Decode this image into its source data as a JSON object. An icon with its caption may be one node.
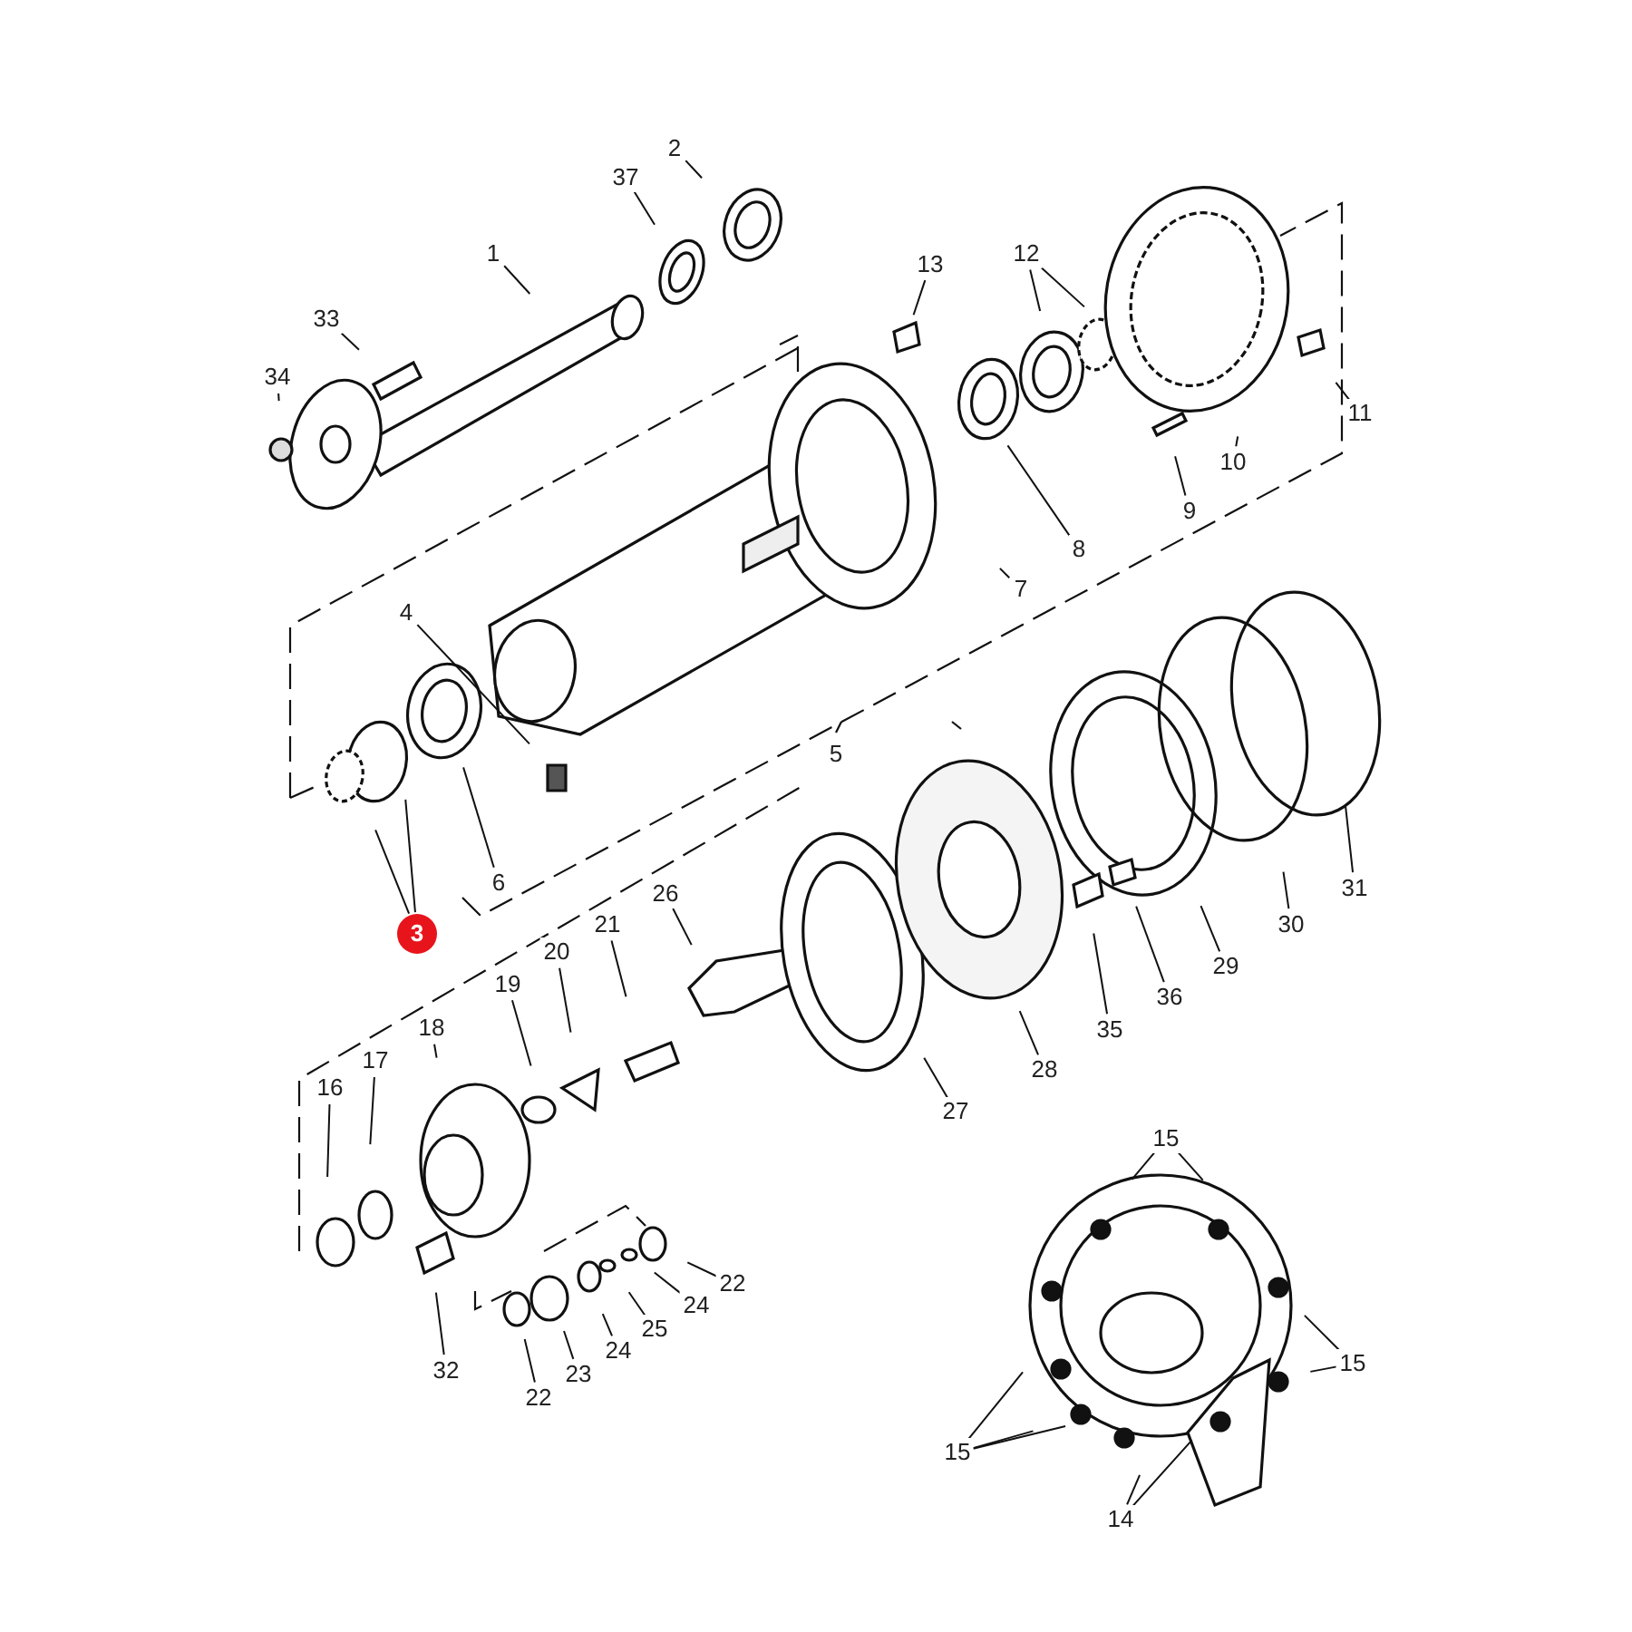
{
  "diagram": {
    "nodes": [
      {
        "text": [
          "1"
        ]
      },
      {
        "text": [
          "2"
        ]
      },
      {
        "text": [
          "37"
        ]
      },
      {
        "text": [
          "33"
        ]
      },
      {
        "text": [
          "34"
        ]
      },
      {
        "text": [
          "13"
        ]
      },
      {
        "text": [
          "12"
        ]
      },
      {
        "text": [
          "11"
        ]
      },
      {
        "text": [
          "9"
        ]
      },
      {
        "text": [
          "10"
        ]
      },
      {
        "text": [
          "8"
        ]
      },
      {
        "text": [
          "7"
        ]
      },
      {
        "text": [
          "4"
        ]
      },
      {
        "text": [
          "6"
        ]
      },
      {
        "text": [
          "3"
        ]
      },
      {
        "text": [
          "26"
        ]
      },
      {
        "text": [
          "21"
        ]
      },
      {
        "text": [
          "20"
        ]
      },
      {
        "text": [
          "19"
        ]
      },
      {
        "text": [
          "18"
        ]
      },
      {
        "text": [
          "17"
        ]
      },
      {
        "text": [
          "16"
        ]
      },
      {
        "text": [
          "27"
        ]
      },
      {
        "text": [
          "28"
        ]
      },
      {
        "text": [
          "35"
        ]
      },
      {
        "text": [
          "36"
        ]
      },
      {
        "text": [
          "29"
        ]
      },
      {
        "text": [
          "30"
        ]
      },
      {
        "text": [
          "31"
        ]
      },
      {
        "text": [
          "32"
        ]
      },
      {
        "text": [
          "22"
        ]
      },
      {
        "text": [
          "23"
        ]
      },
      {
        "text": [
          "24"
        ]
      },
      {
        "text": [
          "25"
        ]
      },
      {
        "text": [
          "24"
        ]
      },
      {
        "text": [
          "22"
        ]
      },
      {
        "text": [
          "15"
        ]
      },
      {
        "text": [
          "15"
        ]
      },
      {
        "text": [
          "15"
        ]
      },
      {
        "text": [
          "14"
        ]
      }
    ],
    "edges": [
      {
        "from": 0,
        "to": null,
        "arrow": "none"
      },
      {
        "from": 1,
        "to": null,
        "arrow": "none"
      },
      {
        "from": 2,
        "to": null,
        "arrow": "none"
      },
      {
        "from": 3,
        "to": null,
        "arrow": "none"
      },
      {
        "from": 4,
        "to": null,
        "arrow": "none"
      },
      {
        "from": 5,
        "to": null,
        "arrow": "none"
      },
      {
        "from": 6,
        "to": null,
        "arrow": "none"
      },
      {
        "from": 6,
        "to": null,
        "arrow": "none"
      },
      {
        "from": 7,
        "to": null,
        "arrow": "none"
      },
      {
        "from": 8,
        "to": null,
        "arrow": "none"
      },
      {
        "from": 9,
        "to": null,
        "arrow": "none"
      },
      {
        "from": 10,
        "to": null,
        "arrow": "none"
      },
      {
        "from": 11,
        "to": null,
        "arrow": "none"
      },
      {
        "from": 12,
        "to": null,
        "arrow": "none"
      },
      {
        "from": 13,
        "to": null,
        "arrow": "none"
      },
      {
        "from": 14,
        "to": null,
        "arrow": "none"
      },
      {
        "from": 14,
        "to": null,
        "arrow": "none"
      },
      {
        "from": 15,
        "to": null,
        "arrow": "none"
      },
      {
        "from": 16,
        "to": null,
        "arrow": "none"
      },
      {
        "from": 17,
        "to": null,
        "arrow": "none"
      },
      {
        "from": 18,
        "to": null,
        "arrow": "none"
      },
      {
        "from": 19,
        "to": null,
        "arrow": "none"
      },
      {
        "from": 20,
        "to": null,
        "arrow": "none"
      },
      {
        "from": 21,
        "to": null,
        "arrow": "none"
      },
      {
        "from": 22,
        "to": null,
        "arrow": "none"
      },
      {
        "from": 23,
        "to": null,
        "arrow": "none"
      },
      {
        "from": 24,
        "to": null,
        "arrow": "none"
      },
      {
        "from": 25,
        "to": null,
        "arrow": "none"
      },
      {
        "from": 26,
        "to": null,
        "arrow": "none"
      },
      {
        "from": 27,
        "to": null,
        "arrow": "none"
      },
      {
        "from": 28,
        "to": null,
        "arrow": "none"
      },
      {
        "from": 29,
        "to": null,
        "arrow": "none"
      },
      {
        "from": 30,
        "to": null,
        "arrow": "none"
      },
      {
        "from": 31,
        "to": null,
        "arrow": "none"
      },
      {
        "from": 32,
        "to": null,
        "arrow": "none"
      },
      {
        "from": 33,
        "to": null,
        "arrow": "none"
      },
      {
        "from": 34,
        "to": null,
        "arrow": "none"
      },
      {
        "from": 35,
        "to": null,
        "arrow": "none"
      },
      {
        "from": 36,
        "to": null,
        "arrow": "none"
      },
      {
        "from": 36,
        "to": null,
        "arrow": "none"
      },
      {
        "from": 37,
        "to": null,
        "arrow": "none"
      },
      {
        "from": 37,
        "to": null,
        "arrow": "none"
      },
      {
        "from": 38,
        "to": null,
        "arrow": "none"
      },
      {
        "from": 38,
        "to": null,
        "arrow": "none"
      },
      {
        "from": 38,
        "to": null,
        "arrow": "none"
      },
      {
        "from": 39,
        "to": null,
        "arrow": "none"
      },
      {
        "from": 39,
        "to": null,
        "arrow": "none"
      }
    ],
    "labels": [
      "5"
    ]
  }
}
